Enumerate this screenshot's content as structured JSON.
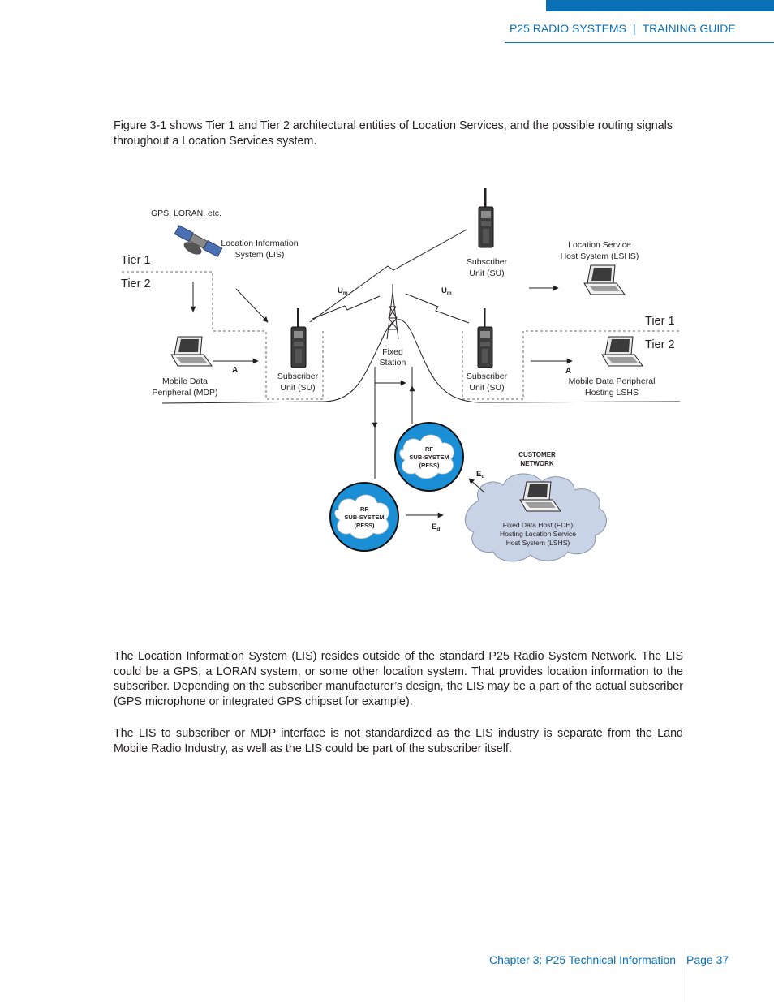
{
  "header": {
    "left": "P25 RADIO SYSTEMS",
    "separator": "|",
    "right": "TRAINING GUIDE"
  },
  "intro": "Figure 3-1 shows Tier 1 and Tier 2 architectural entities of Location Services, and the possible routing signals throughout a Location Services system.",
  "diagram": {
    "gps": "GPS, LORAN, etc.",
    "lis": [
      "Location Information",
      "System (LIS)"
    ],
    "tier1": "Tier 1",
    "tier2": "Tier 2",
    "su": [
      "Subscriber",
      "Unit (SU)"
    ],
    "fixed_station": [
      "Fixed",
      "Station"
    ],
    "lshs": [
      "Location Service",
      "Host System (LSHS)"
    ],
    "mdp": [
      "Mobile Data",
      "Peripheral (MDP)"
    ],
    "mdp_lshs": [
      "Mobile Data Peripheral",
      "Hosting LSHS"
    ],
    "iface_a": "A",
    "iface_um": "U",
    "iface_um_sub": "m",
    "iface_ed": "E",
    "iface_ed_sub": "d",
    "rfss": [
      "RF",
      "SUB-SYSTEM",
      "(RFSS)"
    ],
    "customer_network": [
      "CUSTOMER",
      "NETWORK"
    ],
    "fdh": [
      "Fixed Data Host (FDH)",
      "Hosting Location Service",
      "Host System (LSHS)"
    ]
  },
  "p1": "The Location Information System (LIS) resides outside of the standard P25 Radio System Network. The LIS could be a GPS, a LORAN system, or some other location system. That provides location information to the subscriber.  Depending on the subscriber manufacturer’s design, the LIS may be a part of the actual subscriber (GPS microphone or integrated GPS chipset for example).",
  "p2": "The LIS to subscriber or MDP interface is not standardized as the LIS industry is separate from the Land Mobile Radio Industry, as well as the LIS could be part of the subscriber itself.",
  "footer": {
    "chapter": "Chapter 3: P25 Technical Information",
    "page": "Page 37"
  },
  "colors": {
    "brand_blue": "#0a6fb5",
    "rfss_blue": "#1a8fd6",
    "cloud": "#c9d3e6"
  }
}
